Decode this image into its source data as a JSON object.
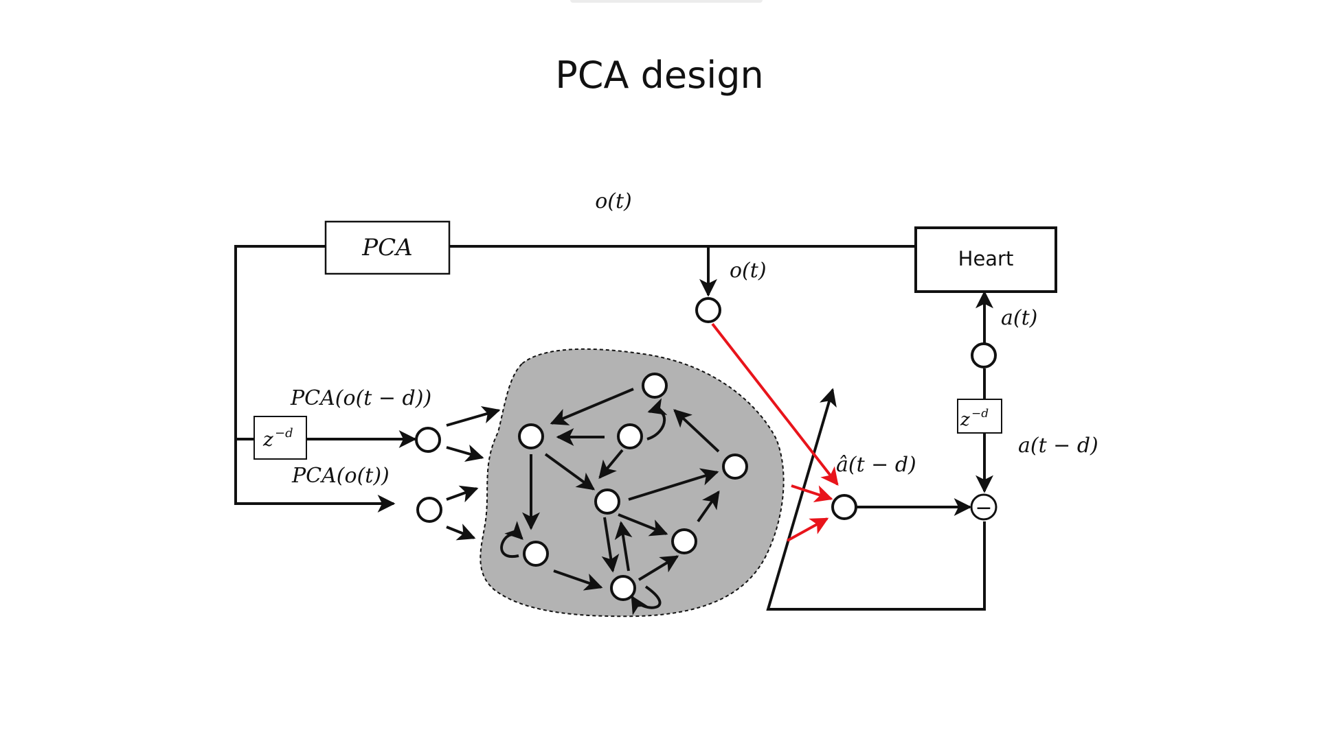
{
  "title": "PCA design",
  "blocks": {
    "pca": "PCA",
    "heart": "Heart",
    "delay_exponent": "−d"
  },
  "labels": {
    "o_t_top": "o(t)",
    "o_t_probe": "o(t)",
    "pca_delayed": "PCA(o(t − d))",
    "pca_current": "PCA(o(t))",
    "a_t": "a(t)",
    "a_t_minus_d": "a(t − d)",
    "a_hat": "â(t − d)",
    "minus": "−"
  },
  "colors": {
    "line": "#111111",
    "readout": "#e8141b",
    "reservoir_fill": "#b3b3b3"
  }
}
